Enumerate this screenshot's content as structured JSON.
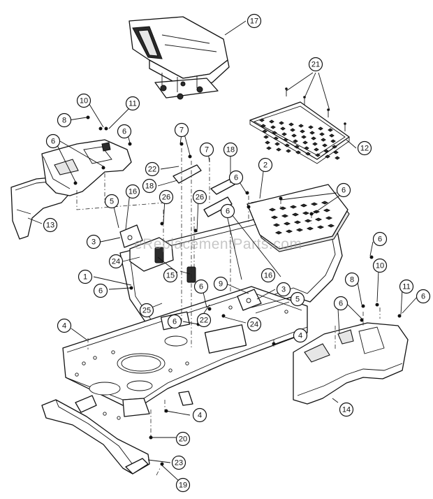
{
  "watermark": "eReplacementParts.com",
  "callouts": [
    {
      "id": "c17",
      "label": "17"
    },
    {
      "id": "c21",
      "label": "21"
    },
    {
      "id": "c12",
      "label": "12"
    },
    {
      "id": "c10a",
      "label": "10"
    },
    {
      "id": "c11a",
      "label": "11"
    },
    {
      "id": "c8a",
      "label": "8"
    },
    {
      "id": "c6a",
      "label": "6"
    },
    {
      "id": "c6b",
      "label": "6"
    },
    {
      "id": "c13",
      "label": "13"
    },
    {
      "id": "c7a",
      "label": "7"
    },
    {
      "id": "c22a",
      "label": "22"
    },
    {
      "id": "c18a",
      "label": "18"
    },
    {
      "id": "c7b",
      "label": "7"
    },
    {
      "id": "c18b",
      "label": "18"
    },
    {
      "id": "c2",
      "label": "2"
    },
    {
      "id": "c6c",
      "label": "6"
    },
    {
      "id": "c6d",
      "label": "6"
    },
    {
      "id": "c16a",
      "label": "16"
    },
    {
      "id": "c5a",
      "label": "5"
    },
    {
      "id": "c26a",
      "label": "26"
    },
    {
      "id": "c26b",
      "label": "26"
    },
    {
      "id": "c3a",
      "label": "3"
    },
    {
      "id": "c6e",
      "label": "6"
    },
    {
      "id": "c24a",
      "label": "24"
    },
    {
      "id": "c15",
      "label": "15"
    },
    {
      "id": "c1",
      "label": "1"
    },
    {
      "id": "c6f",
      "label": "6"
    },
    {
      "id": "c6g",
      "label": "6"
    },
    {
      "id": "c6h",
      "label": "6"
    },
    {
      "id": "c9",
      "label": "9"
    },
    {
      "id": "c16b",
      "label": "16"
    },
    {
      "id": "c3b",
      "label": "3"
    },
    {
      "id": "c5b",
      "label": "5"
    },
    {
      "id": "c8b",
      "label": "8"
    },
    {
      "id": "c10b",
      "label": "10"
    },
    {
      "id": "c11b",
      "label": "11"
    },
    {
      "id": "c6i",
      "label": "6"
    },
    {
      "id": "c6j",
      "label": "6"
    },
    {
      "id": "c25",
      "label": "25"
    },
    {
      "id": "c6k",
      "label": "6"
    },
    {
      "id": "c22b",
      "label": "22"
    },
    {
      "id": "c24b",
      "label": "24"
    },
    {
      "id": "c4a",
      "label": "4"
    },
    {
      "id": "c4b",
      "label": "4"
    },
    {
      "id": "c14",
      "label": "14"
    },
    {
      "id": "c4c",
      "label": "4"
    },
    {
      "id": "c20",
      "label": "20"
    },
    {
      "id": "c23",
      "label": "23"
    },
    {
      "id": "c19",
      "label": "19"
    }
  ]
}
